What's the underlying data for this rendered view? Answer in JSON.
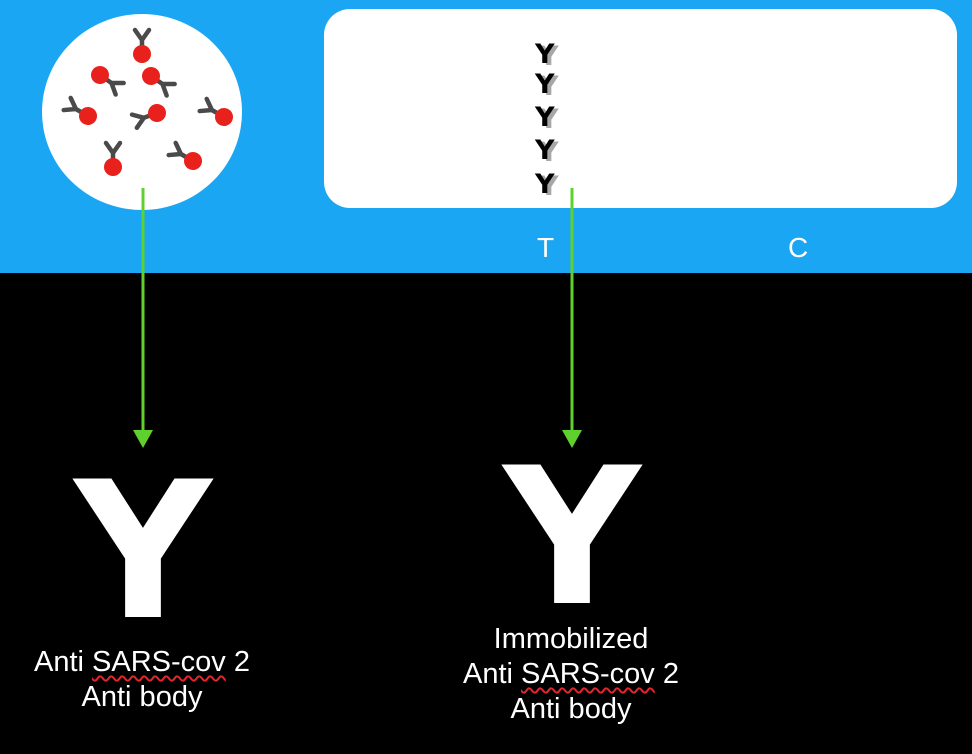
{
  "colors": {
    "background": "#000000",
    "band": "#1ba6f4",
    "panel": "#ffffff",
    "arrow": "#5fd12f",
    "antigen": "#e8211c",
    "antibody": "#4a4a4a",
    "spellcheck": "#e3262d"
  },
  "strip": {
    "test_label": "T",
    "control_label": "C",
    "antibody_glyph": "Y",
    "antibody_count": 5
  },
  "antibody_glyph": "Y",
  "left_caption": {
    "line1_prefix": "Anti ",
    "line1_flagged": "SARS-cov",
    "line1_suffix": " 2",
    "line2": "Anti body"
  },
  "right_caption": {
    "line0": "Immobilized",
    "line1_prefix": "Anti ",
    "line1_flagged": "SARS-cov",
    "line1_suffix": " 2",
    "line2": "Anti body"
  }
}
